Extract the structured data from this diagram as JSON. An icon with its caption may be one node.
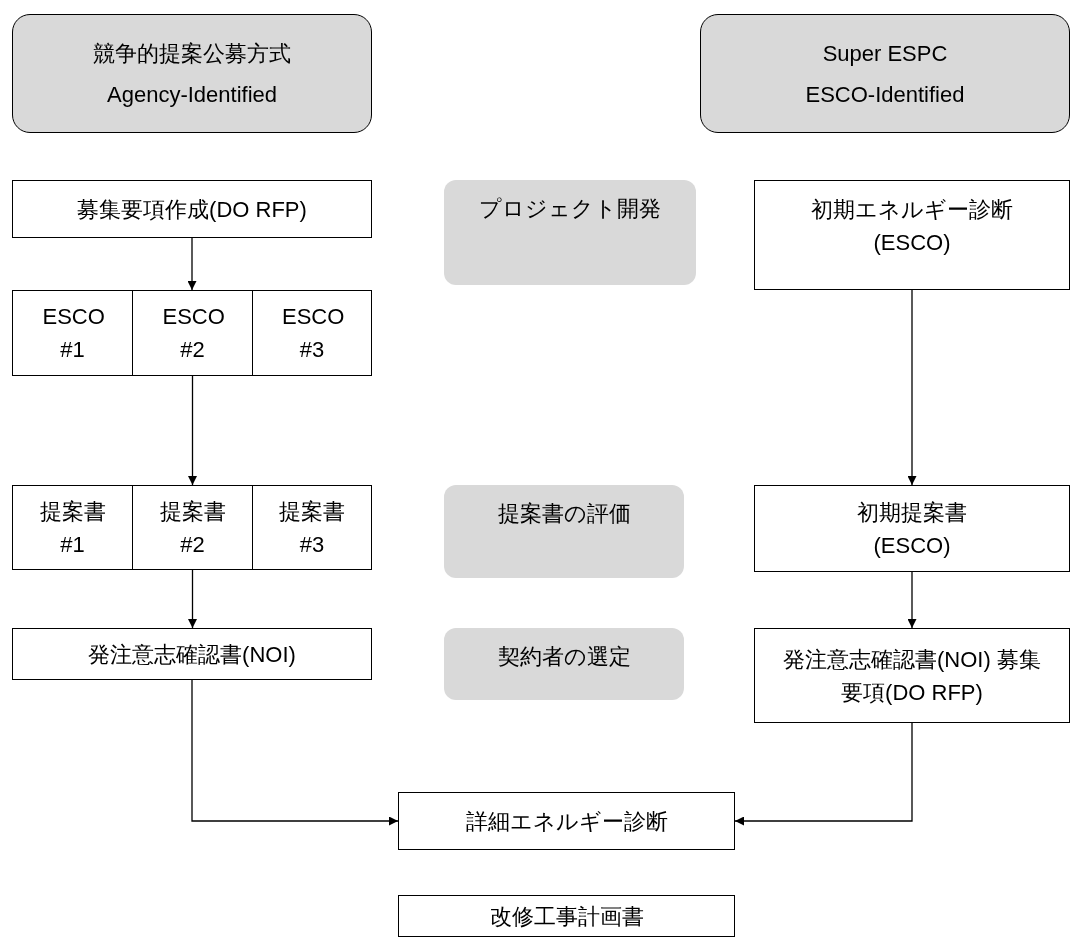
{
  "diagram": {
    "nodes": [
      {
        "text": [
          "競争的提案公募方式",
          "Agency-Identified"
        ]
      },
      {
        "text": [
          "Super ESPC",
          "ESCO-Identified"
        ]
      },
      {
        "text": [
          "募集要項作成(DO RFP)"
        ]
      },
      {
        "text": [
          "プロジェクト開発"
        ]
      },
      {
        "text": [
          "初期エネルギー診断 (ESCO)"
        ]
      },
      {
        "text": [
          "ESCO #1"
        ]
      },
      {
        "text": [
          "ESCO #2"
        ]
      },
      {
        "text": [
          "ESCO #3"
        ]
      },
      {
        "text": [
          "提案書 #1"
        ]
      },
      {
        "text": [
          "提案書 #2"
        ]
      },
      {
        "text": [
          "提案書 #3"
        ]
      },
      {
        "text": [
          "提案書の評価"
        ]
      },
      {
        "text": [
          "初期提案書 (ESCO)"
        ]
      },
      {
        "text": [
          "発注意志確認書(NOI)"
        ]
      },
      {
        "text": [
          "契約者の選定"
        ]
      },
      {
        "text": [
          "発注意志確認書(NOI) 募集要項(DO RFP)"
        ]
      },
      {
        "text": [
          "詳細エネルギー診断"
        ]
      },
      {
        "text": [
          "改修工事計画書"
        ]
      }
    ],
    "edges": [
      {
        "from": 2,
        "to": 6,
        "arrow": "to"
      },
      {
        "from": 6,
        "to": 9,
        "arrow": "to"
      },
      {
        "from": 9,
        "to": 13,
        "arrow": "to"
      },
      {
        "from": 4,
        "to": 12,
        "arrow": "to"
      },
      {
        "from": 12,
        "to": 15,
        "arrow": "to"
      },
      {
        "from": 13,
        "to": 16,
        "arrow": "to"
      },
      {
        "from": 15,
        "to": 16,
        "arrow": "to"
      }
    ]
  }
}
